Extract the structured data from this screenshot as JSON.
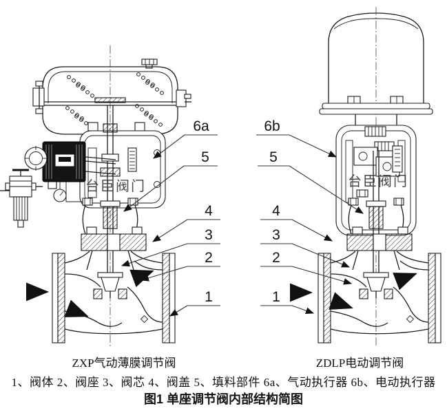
{
  "figure": {
    "watermark": "台臣阀门",
    "captions": {
      "left_valve": "ZXP气动薄膜调节阀",
      "right_valve": "ZDLP电动调节阀",
      "parts_list": "1、阀体 2、阀座 3、阀芯 4、阀盖 5、填料部件 6a、气动执行器 6b、电动执行器",
      "title": "图1  单座调节阀内部结构简图"
    },
    "left_diagram": {
      "labels": [
        {
          "text": "6a"
        },
        {
          "text": "5"
        },
        {
          "text": "4"
        },
        {
          "text": "3"
        },
        {
          "text": "2"
        },
        {
          "text": "1"
        }
      ]
    },
    "right_diagram": {
      "labels": [
        {
          "text": "6b"
        },
        {
          "text": "5"
        },
        {
          "text": "4"
        },
        {
          "text": "3"
        },
        {
          "text": "2"
        },
        {
          "text": "1"
        }
      ]
    },
    "colors": {
      "line": "#1a1a1a",
      "watermark": "#3a3a3a",
      "background": "#ffffff"
    }
  }
}
